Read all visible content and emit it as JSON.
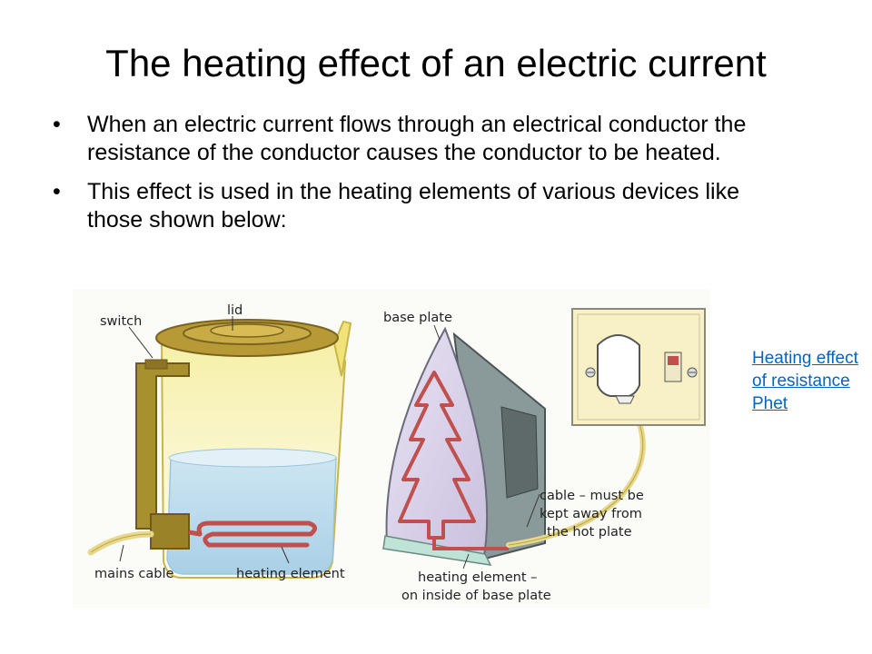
{
  "slide": {
    "title": "The heating effect of an electric current",
    "bullets": [
      "When an electric current flows through an electrical conductor the resistance of the conductor causes the conductor to be heated.",
      "This effect is used in the heating elements of various devices like those shown below:"
    ],
    "link": "Heating effect of resistance Phet"
  },
  "figure": {
    "labels": {
      "switch": "switch",
      "lid": "lid",
      "mains_cable": "mains cable",
      "kettle_element": "heating element",
      "base_plate": "base plate",
      "cable_line1": "cable – must be",
      "cable_line2": "kept away from",
      "cable_line3": "the hot plate",
      "iron_element_line1": "heating element –",
      "iron_element_line2": "on inside of base plate"
    }
  }
}
